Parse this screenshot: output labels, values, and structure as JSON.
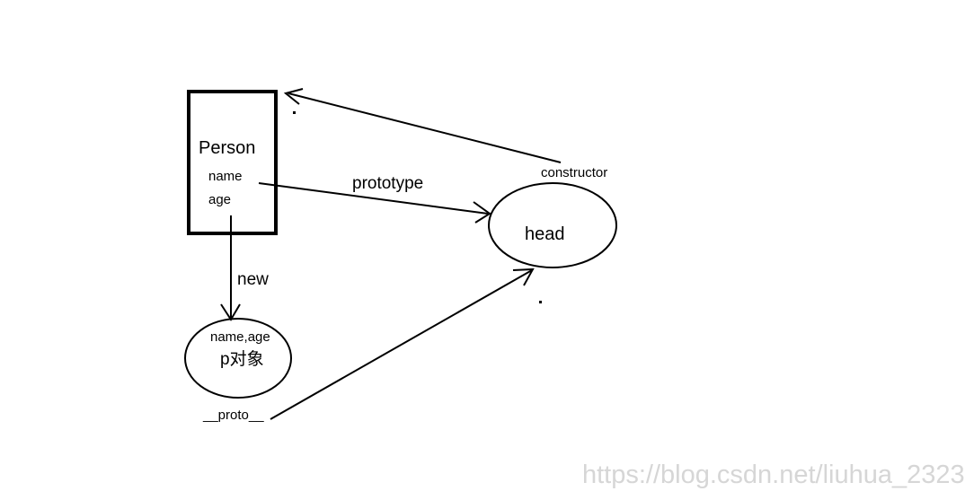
{
  "diagram": {
    "person_box": {
      "title": "Person",
      "field_name": "name",
      "field_age": "age"
    },
    "head_node": {
      "label": "head"
    },
    "instance_node": {
      "fields": "name,age",
      "label": "p对象"
    },
    "edges": {
      "prototype_label": "prototype",
      "constructor_label": "constructor",
      "new_label": "new",
      "proto_label": "__proto__"
    }
  },
  "watermark": "https://blog.csdn.net/liuhua_2323",
  "colors": {
    "ink": "#000000",
    "watermark": "#d6d6d6",
    "background": "#ffffff"
  }
}
